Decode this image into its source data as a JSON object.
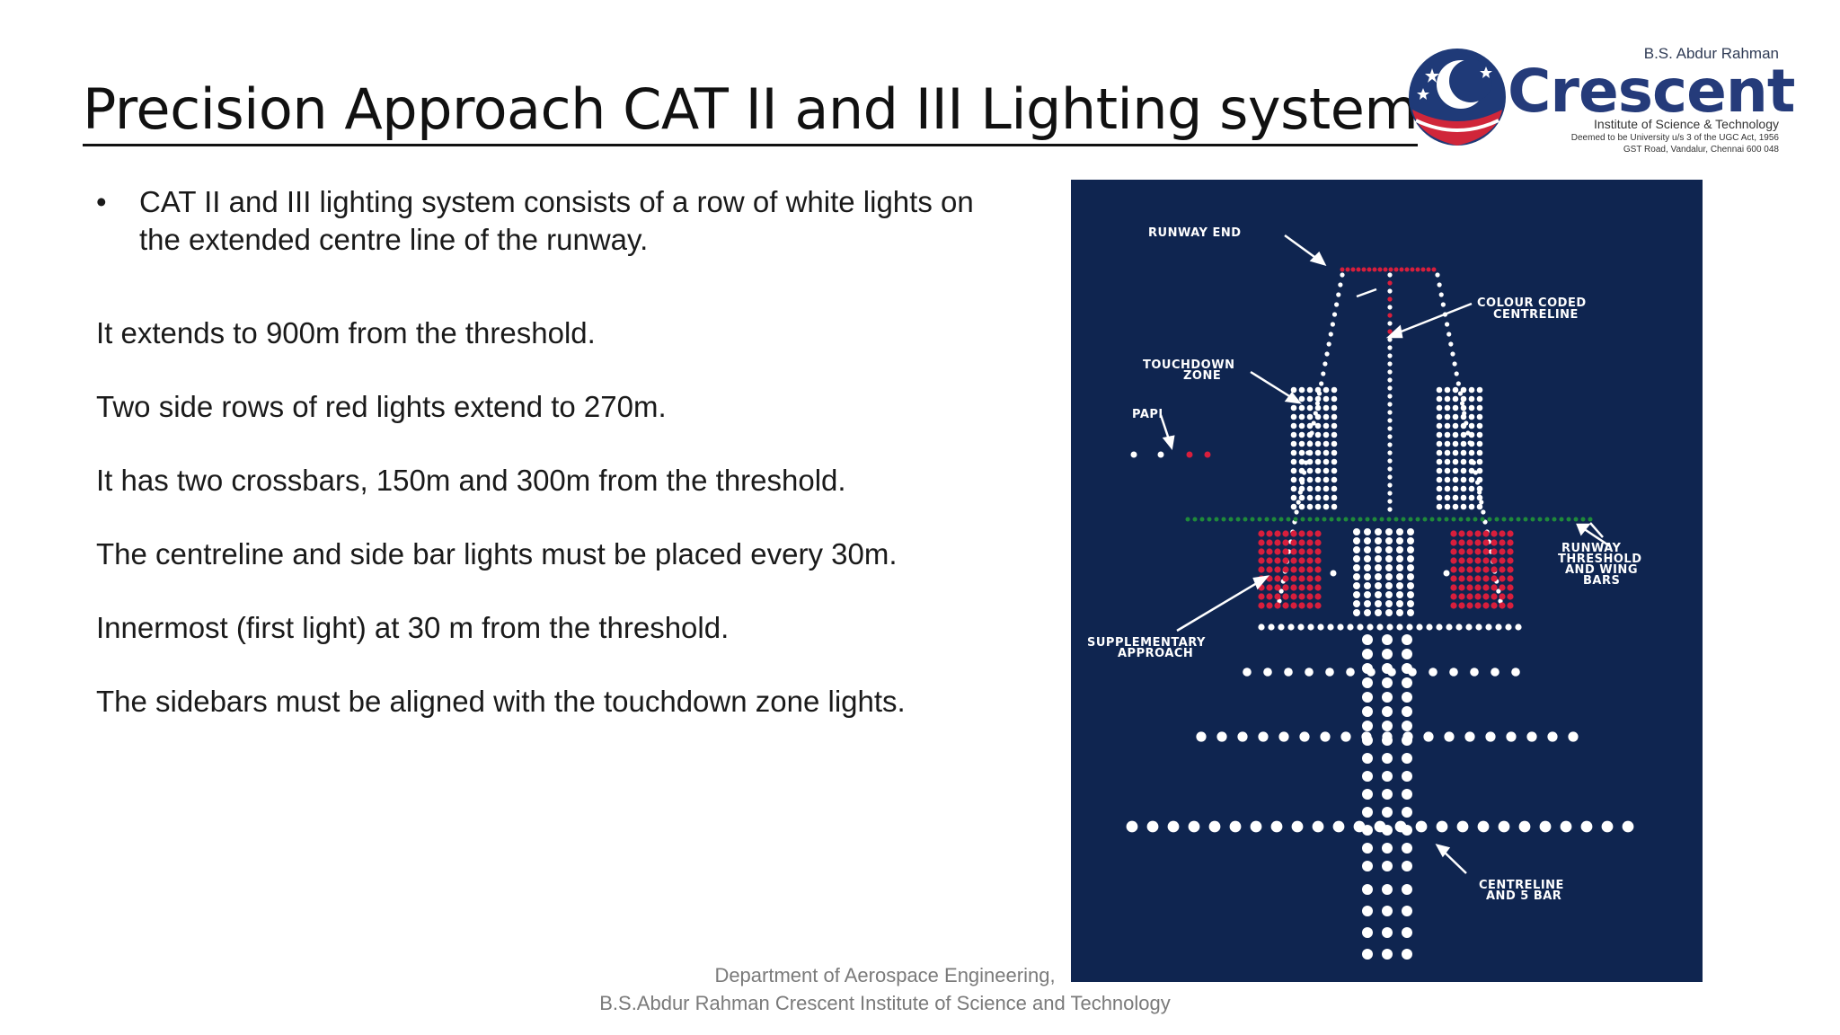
{
  "title": "Precision Approach CAT II and III Lighting system",
  "logo": {
    "small": "B.S. Abdur Rahman",
    "name": "Crescent",
    "subtitle": "Institute of Science & Technology",
    "deemed": "Deemed to be University u/s 3 of the UGC Act, 1956",
    "address": "GST Road, Vandalur, Chennai 600 048"
  },
  "bullet": "CAT II and III lighting system consists of a row of white lights on the extended centre line of the runway.",
  "paragraphs": [
    "It extends to 900m from the threshold.",
    "Two side rows of red lights extend to 270m.",
    "It has two crossbars, 150m and 300m from the threshold.",
    "The centreline and side bar lights must be placed every 30m.",
    "Innermost (first light) at 30 m from the threshold.",
    "The sidebars must be aligned with the touchdown zone lights."
  ],
  "diagram": {
    "labels": {
      "runway_end": "RUNWAY END",
      "colour_coded_1": "COLOUR CODED",
      "colour_coded_2": "CENTRELINE",
      "touchdown_1": "TOUCHDOWN",
      "touchdown_2": "ZONE",
      "papi": "PAPI",
      "threshold_1": "RUNWAY",
      "threshold_2": "THRESHOLD",
      "threshold_3": "AND WING",
      "threshold_4": "BARS",
      "supp_1": "SUPPLEMENTARY",
      "supp_2": "APPROACH",
      "centreline_1": "CENTRELINE",
      "centreline_2": "AND 5 BAR"
    },
    "colors": {
      "background": "#0f2550",
      "white_light": "#ffffff",
      "red_light": "#d81e3c",
      "green_light": "#1f8a3a"
    }
  },
  "footer": {
    "line1": "Department of Aerospace Engineering,",
    "line2": "B.S.Abdur Rahman Crescent Institute of Science and Technology"
  }
}
